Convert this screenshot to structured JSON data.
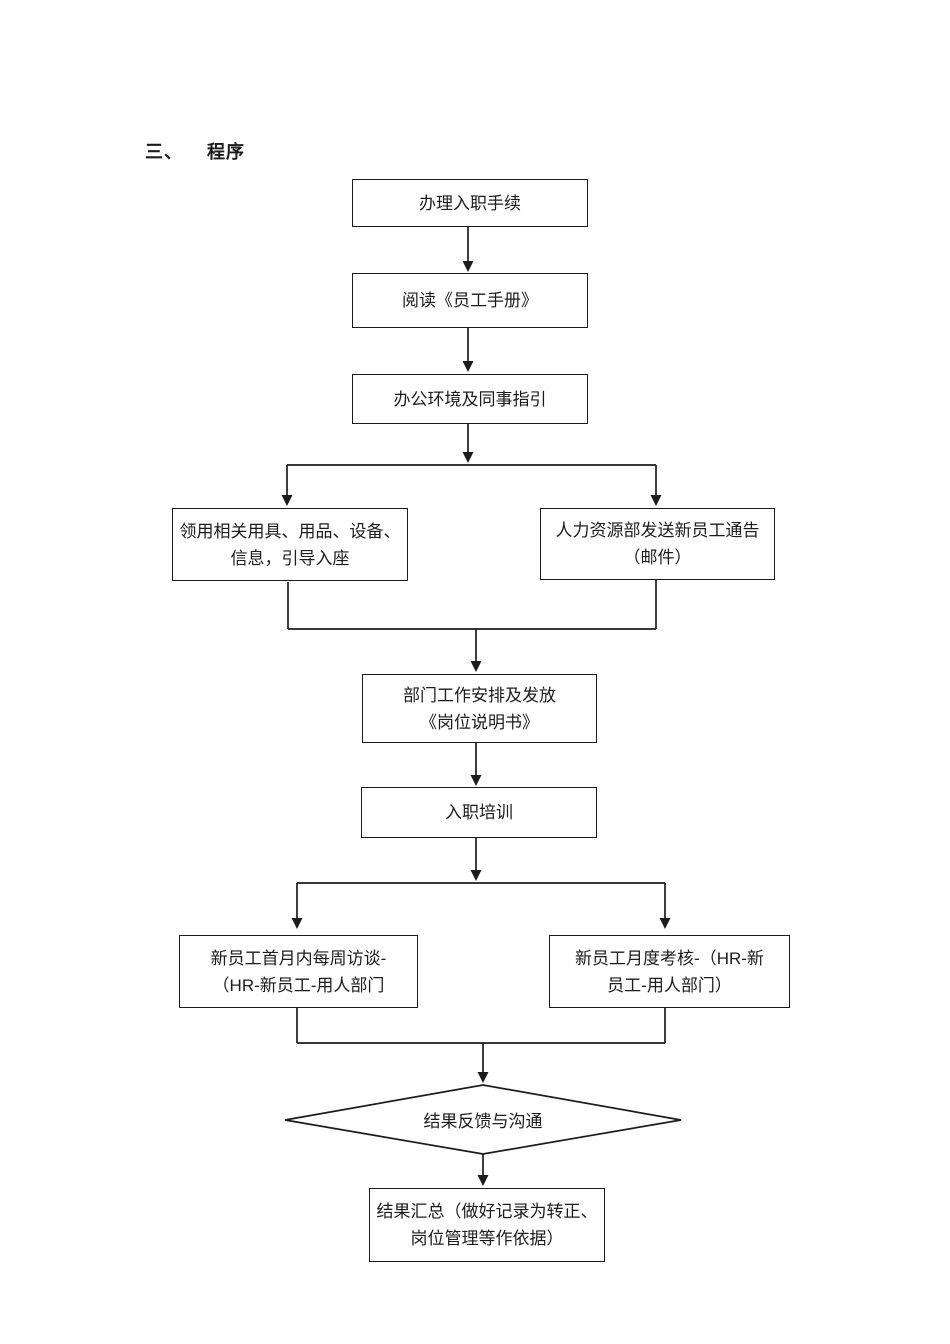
{
  "page": {
    "background_color": "#ffffff",
    "ink_color": "#1c1c1c"
  },
  "heading": {
    "number": "三、",
    "title": "程序"
  },
  "flowchart": {
    "nodes": {
      "start": {
        "label": "办理入职手续"
      },
      "handbook": {
        "label": "阅读《员工手册》"
      },
      "office_guide": {
        "label": "办公环境及同事指引"
      },
      "supplies": {
        "line1": "领用相关用具、用品、设备、",
        "line2": "信息，引导入座"
      },
      "hr_notice": {
        "line1": "人力资源部发送新员工通告",
        "line2": "（邮件）"
      },
      "dept_arrange": {
        "line1": "部门工作安排及发放",
        "line2": "《岗位说明书》"
      },
      "training": {
        "label": "入职培训"
      },
      "weekly_interview": {
        "line1": "新员工首月内每周访谈-",
        "line2": "（HR-新员工-用人部门"
      },
      "monthly_assess": {
        "line1": "新员工月度考核-（HR-新",
        "line2": "员工-用人部门）"
      },
      "feedback": {
        "label": "结果反馈与沟通"
      },
      "summary": {
        "line1": "结果汇总（做好记录为转正、",
        "line2": "岗位管理等作依据）"
      }
    }
  }
}
